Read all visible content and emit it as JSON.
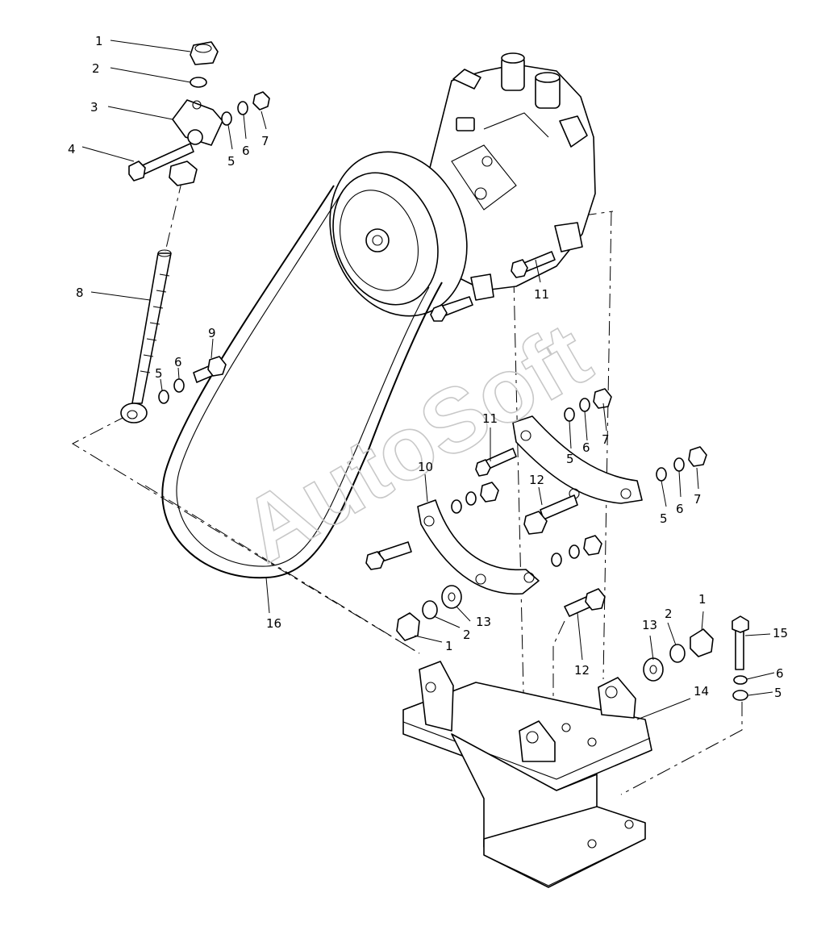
{
  "watermark": "AutoSoft",
  "callouts": [
    {
      "id": "c1a",
      "text": "1"
    },
    {
      "id": "c2a",
      "text": "2"
    },
    {
      "id": "c3",
      "text": "3"
    },
    {
      "id": "c4",
      "text": "4"
    },
    {
      "id": "c5a",
      "text": "5"
    },
    {
      "id": "c6a",
      "text": "6"
    },
    {
      "id": "c7a",
      "text": "7"
    },
    {
      "id": "c8",
      "text": "8"
    },
    {
      "id": "c9",
      "text": "9"
    },
    {
      "id": "c5b",
      "text": "5"
    },
    {
      "id": "c6b",
      "text": "6"
    },
    {
      "id": "c11a",
      "text": "11"
    },
    {
      "id": "c11b",
      "text": "11"
    },
    {
      "id": "c10",
      "text": "10"
    },
    {
      "id": "c5c",
      "text": "5"
    },
    {
      "id": "c6c",
      "text": "6"
    },
    {
      "id": "c7c",
      "text": "7"
    },
    {
      "id": "c12a",
      "text": "12"
    },
    {
      "id": "c5d",
      "text": "5"
    },
    {
      "id": "c6d",
      "text": "6"
    },
    {
      "id": "c7d",
      "text": "7"
    },
    {
      "id": "c16",
      "text": "16"
    },
    {
      "id": "c13a",
      "text": "13"
    },
    {
      "id": "c2b",
      "text": "2"
    },
    {
      "id": "c1b",
      "text": "1"
    },
    {
      "id": "c12b",
      "text": "12"
    },
    {
      "id": "c13b",
      "text": "13"
    },
    {
      "id": "c2c",
      "text": "2"
    },
    {
      "id": "c1c",
      "text": "1"
    },
    {
      "id": "c15",
      "text": "15"
    },
    {
      "id": "c6e",
      "text": "6"
    },
    {
      "id": "c14",
      "text": "14"
    },
    {
      "id": "c5e",
      "text": "5"
    }
  ]
}
